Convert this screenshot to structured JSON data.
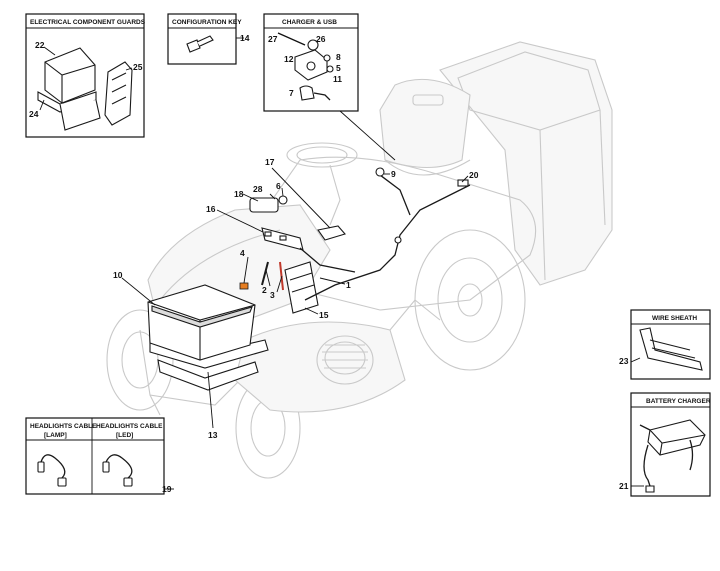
{
  "boxes": {
    "electrical_guards": {
      "title": "ELECTRICAL COMPONENT GUARDS",
      "parts": [
        "22",
        "25",
        "24"
      ]
    },
    "config_key": {
      "title": "CONFIGURATION KEY",
      "parts": [
        "14"
      ]
    },
    "charger_usb": {
      "title": "CHARGER & USB",
      "parts": [
        "27",
        "26",
        "12",
        "8",
        "5",
        "11",
        "7"
      ]
    },
    "headlights_lamp": {
      "title_line1": "HEADLIGHTS CABLE",
      "title_line2": "[LAMP]"
    },
    "headlights_led": {
      "title_line1": "HEADLIGHTS CABLE",
      "title_line2": "[LED]"
    },
    "headlights_part": "19",
    "wire_sheath": {
      "title": "WIRE SHEATH",
      "part": "23"
    },
    "battery_charger": {
      "title": "BATTERY CHARGER",
      "part": "21"
    }
  },
  "callouts": [
    "9",
    "20",
    "17",
    "18",
    "28",
    "6",
    "16",
    "4",
    "10",
    "2",
    "3",
    "1",
    "15",
    "13"
  ],
  "colors": {
    "line": "#1a1a1a",
    "ghost": "#c9c9c9",
    "accent_wire": "#c0392b",
    "connector": "#e67e22"
  }
}
